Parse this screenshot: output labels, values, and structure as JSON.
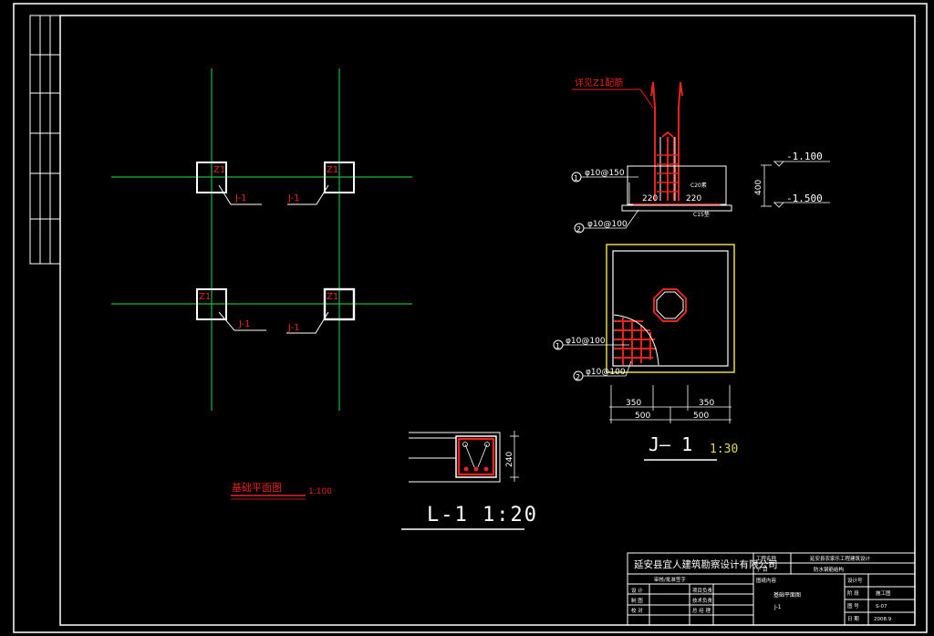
{
  "plan": {
    "column_labels": [
      "Z1",
      "Z1",
      "Z1",
      "Z1"
    ],
    "footing_labels": [
      "J-1",
      "J-1",
      "J-1",
      "J-1"
    ],
    "title": "基础平面图",
    "scale": "1:100"
  },
  "beam_section": {
    "dimension": "240",
    "title": "L-1 1:20"
  },
  "footing_section": {
    "callout": "详见Z1配筋",
    "concrete_label": "C20素",
    "cushion_label": "C15垫",
    "left_offset": "220",
    "right_offset": "220",
    "top_rebar": "φ10@150",
    "bottom_rebar": "φ10@100",
    "top_marker": "1",
    "bottom_marker": "2",
    "elev_top": "-1.100",
    "elev_bottom": "-1.500",
    "height_dim": "400"
  },
  "footing_plan": {
    "rebar_1": "φ10@100",
    "rebar_2": "φ10@100",
    "marker_1": "1",
    "marker_2": "2",
    "dim_left_inner": "350",
    "dim_right_inner": "350",
    "dim_left_outer": "500",
    "dim_right_outer": "500",
    "title": "J— 1",
    "scale": "1:30"
  },
  "title_block": {
    "company": "延安县宜人建筑勘察设计有限公司",
    "project_label": "工程名称",
    "project_name": "延安县农家乐工程建筑设计",
    "sub_label": "子 目",
    "sub_name": "防水钢筋结构",
    "approval_label": "审核/批准签字",
    "row_labels_left": [
      "设 计",
      "制 图",
      "校 对"
    ],
    "row_labels_mid": [
      "项目负责",
      "技术负责",
      "总 经 理"
    ],
    "drawing_content_label": "图纸内容",
    "drawing_content": "基础平面图",
    "drawing_content_2": "J-1",
    "drawing_no_label": "设计号",
    "drawing_type_label": "阶 段",
    "drawing_type": "施工图",
    "sheet_label": "图 号",
    "sheet_no": "S-07",
    "date_label": "日 期",
    "date": "2008.9"
  }
}
